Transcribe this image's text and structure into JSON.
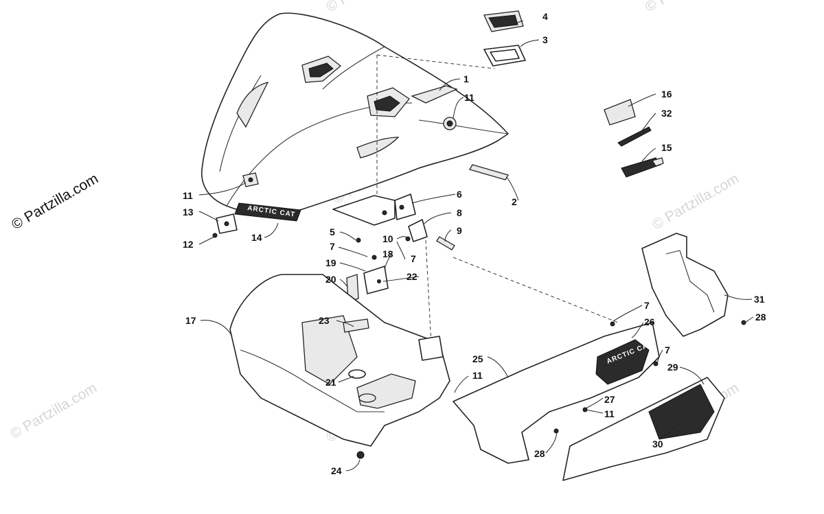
{
  "watermark": {
    "main": "© Partzilla.com",
    "faint": "© Partzilla.com"
  },
  "decal": {
    "hood": "ARCTIC CAT",
    "side": "ARCTIC CAT"
  },
  "callouts": {
    "c1": "1",
    "c2": "2",
    "c3": "3",
    "c4": "4",
    "c5": "5",
    "c6": "6",
    "c7a": "7",
    "c7b": "7",
    "c7c": "7",
    "c7d": "7",
    "c8": "8",
    "c9": "9",
    "c10": "10",
    "c11a": "11",
    "c11b": "11",
    "c11c": "11",
    "c11d": "11",
    "c12": "12",
    "c13": "13",
    "c14": "14",
    "c15": "15",
    "c16": "16",
    "c17": "17",
    "c18": "18",
    "c19": "19",
    "c20": "20",
    "c21": "21",
    "c22": "22",
    "c23": "23",
    "c24": "24",
    "c25": "25",
    "c26": "26",
    "c27": "27",
    "c28a": "28",
    "c28b": "28",
    "c29": "29",
    "c30": "30",
    "c31": "31",
    "c32": "32"
  }
}
